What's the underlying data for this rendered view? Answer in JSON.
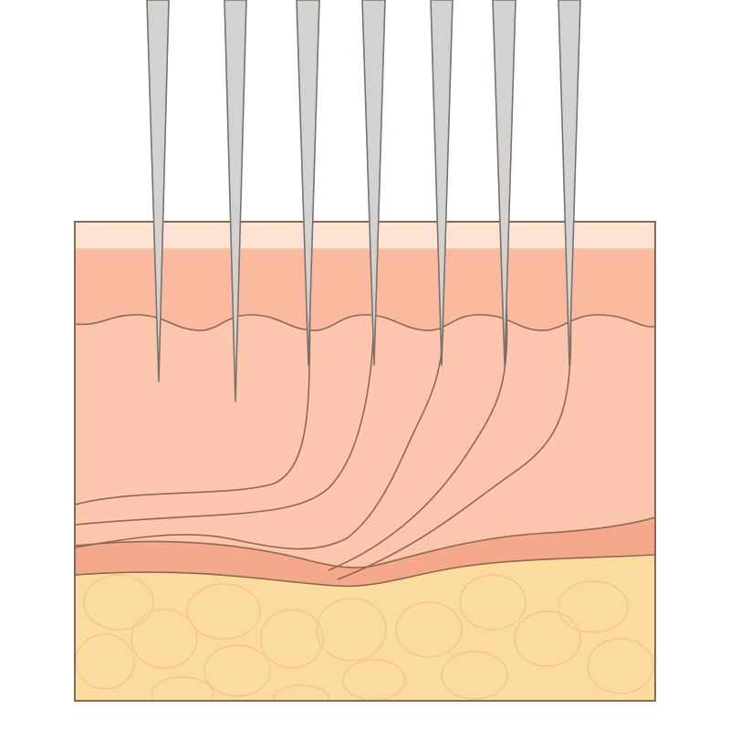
{
  "diagram": {
    "needle_count": 7,
    "layers": [
      "stratum-corneum",
      "epidermis",
      "dermis",
      "deep-dermis",
      "subcutaneous-fat"
    ],
    "colors": {
      "outline": "#8a6a4a",
      "stratum_corneum": "#fde3d3",
      "epidermis": "#fbb9a0",
      "dermis": "#fcc6ae",
      "deep_dermis_band": "#f6a88d",
      "fat": "#fbdc9e",
      "fat_cells": "#f0c98a",
      "needle_fill": "#d4d2d0",
      "needle_outline": "#7a726c"
    }
  }
}
